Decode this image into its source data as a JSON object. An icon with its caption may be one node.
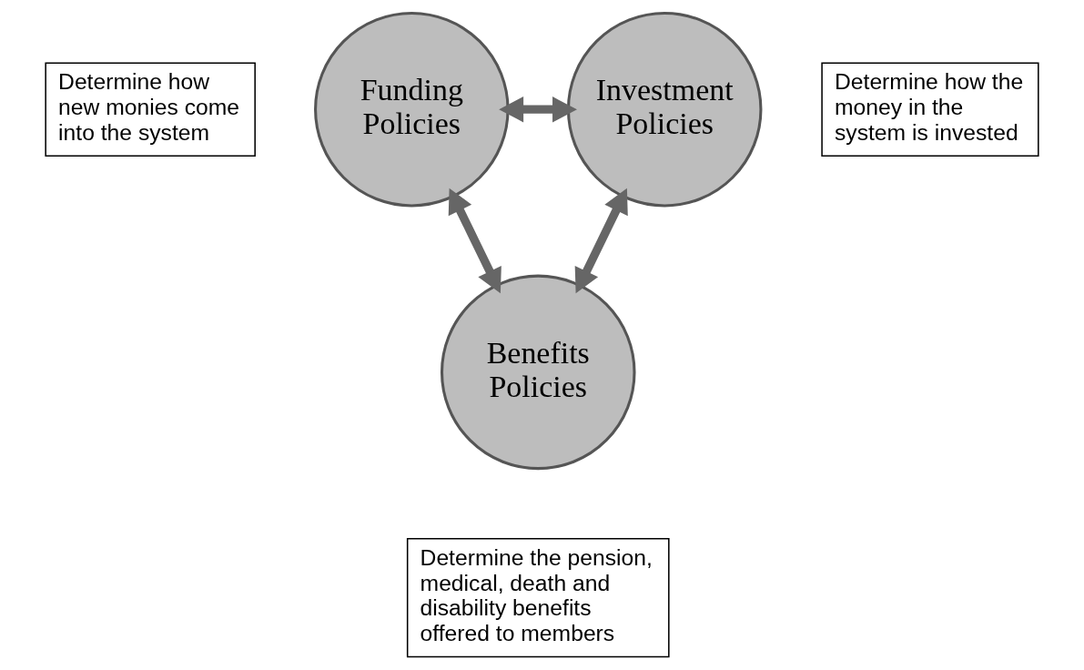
{
  "diagram": {
    "nodes": [
      {
        "text": [
          "Funding Policies"
        ]
      },
      {
        "text": [
          "Investment Policies"
        ]
      },
      {
        "text": [
          "Benefits Policies"
        ]
      },
      {
        "text": [
          "Determine how new monies come into the system"
        ]
      },
      {
        "text": [
          "Determine how the money in the system is invested"
        ]
      },
      {
        "text": [
          "Determine the pension, medical, death and disability benefits offered to members"
        ]
      }
    ],
    "edges": [
      {
        "from": 0,
        "to": 1,
        "arrow": "both"
      },
      {
        "from": 0,
        "to": 2,
        "arrow": "both"
      },
      {
        "from": 1,
        "to": 2,
        "arrow": "both"
      }
    ]
  }
}
